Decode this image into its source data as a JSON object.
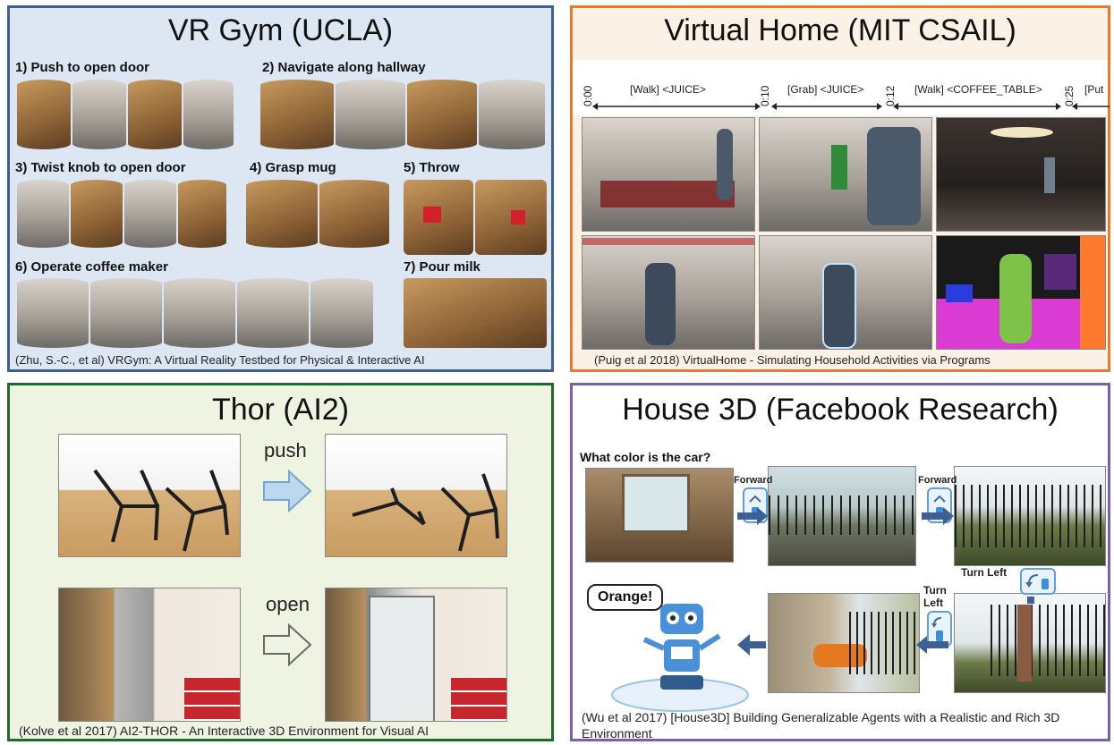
{
  "panels": {
    "vrgym": {
      "title": "VR Gym (UCLA)",
      "tasks": [
        "1) Push to open door",
        "2) Navigate along hallway",
        "3) Twist knob to open door",
        "4) Grasp mug",
        "5) Throw",
        "6) Operate coffee maker",
        "7) Pour milk"
      ],
      "caption": "(Zhu, S.-C., et al) VRGym: A Virtual Reality Testbed for Physical &  Interactive AI"
    },
    "virtualhome": {
      "title": "Virtual Home (MIT CSAIL)",
      "timeline": {
        "ticks": [
          "0:00",
          "0:10",
          "0:12",
          "0:25"
        ],
        "actions": [
          "[Walk] <JUICE>",
          "[Grab] <JUICE>",
          "[Walk] <COFFEE_TABLE>",
          "[Put"
        ]
      },
      "caption": "(Puig et al 2018) VirtualHome - Simulating Household Activities via Programs"
    },
    "thor": {
      "title": "Thor (AI2)",
      "actions": [
        "push",
        "open"
      ],
      "caption": "(Kolve et al 2017) AI2-THOR - An Interactive 3D Environment for Visual AI"
    },
    "house3d": {
      "title": "House 3D (Facebook Research)",
      "question": "What color is the car?",
      "steps": [
        "Forward",
        "Forward",
        "Turn Left",
        "Turn Left"
      ],
      "answer": "Orange!",
      "caption": "(Wu et al 2017) [House3D] Building Generalizable Agents with a Realistic and Rich 3D Environment"
    }
  },
  "colors": {
    "vrgym_border": "#3d5f93",
    "virtualhome_border": "#e57b2c",
    "thor_border": "#1f6a2a",
    "house3d_border": "#7b5fa8",
    "arrow_blue": "#3d5f93"
  }
}
